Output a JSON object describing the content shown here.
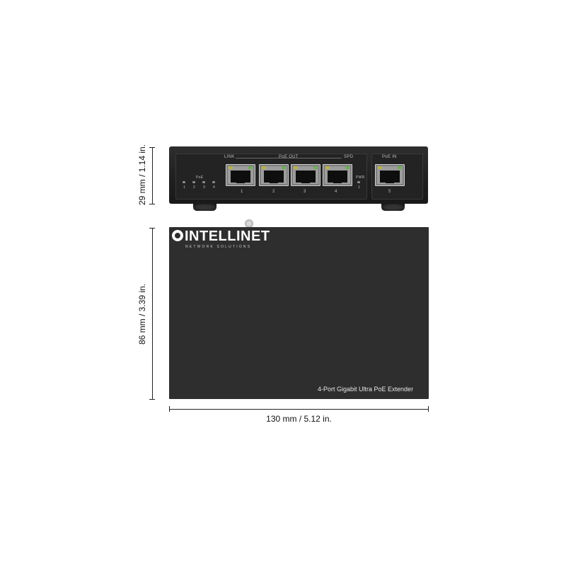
{
  "front_panel": {
    "label_link": "LINK",
    "label_poe_out": "PoE OUT",
    "label_spd": "SPD",
    "label_poe_in": "PoE IN",
    "label_poe_small": "PoE",
    "port_numbers": [
      "1",
      "2",
      "3",
      "4"
    ],
    "in_port_number": "5",
    "status_led_numbers": [
      "1",
      "2",
      "3",
      "4"
    ],
    "pwr_label": "PWR",
    "pwr_number": "1"
  },
  "top_view": {
    "brand": "INTELLINET",
    "brand_tagline": "NETWORK SOLUTIONS",
    "model_name": "4-Port Gigabit Ultra PoE Extender"
  },
  "dimensions": {
    "height_label": "29 mm / 1.14 in.",
    "depth_label": "86 mm / 3.39 in.",
    "width_label": "130 mm / 5.12 in."
  }
}
